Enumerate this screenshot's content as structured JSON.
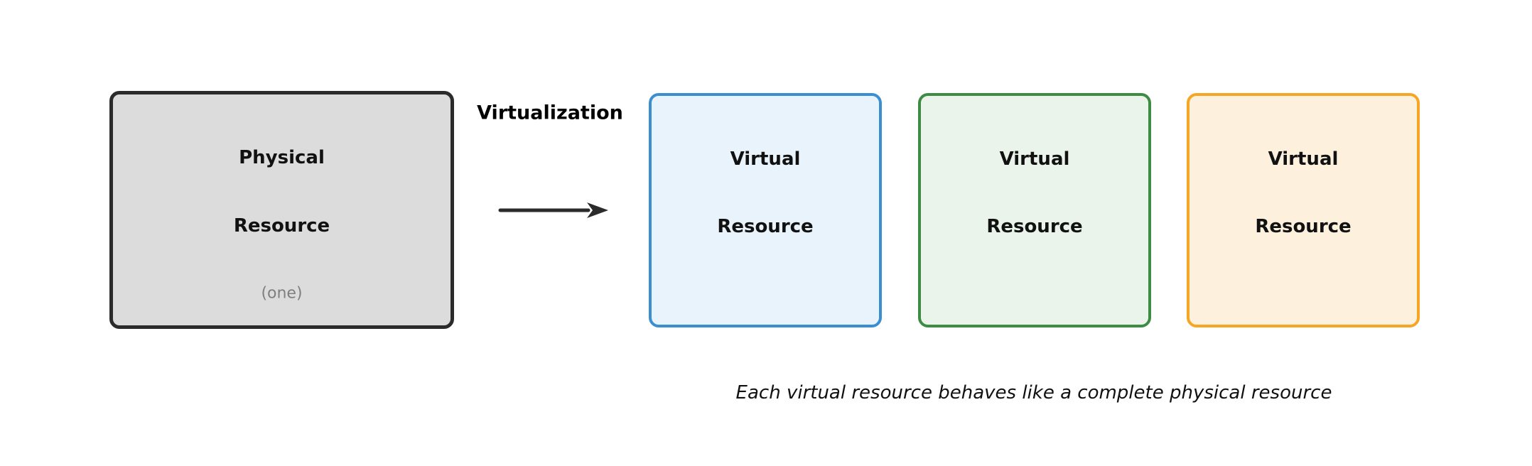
{
  "diagram": {
    "physical_box": {
      "title_line1": "Physical",
      "title_line2": "Resource",
      "subtitle": "(one)",
      "fill_color": "#dcdcdc",
      "border_color": "#2b2b2b"
    },
    "virtualization": {
      "label": "Virtualization",
      "arrow_color": "#2b2b2b"
    },
    "virtual_boxes": [
      {
        "title_line1": "Virtual",
        "title_line2": "Resource",
        "fill_color": "#e9f3fc",
        "border_color": "#3a8fd3"
      },
      {
        "title_line1": "Virtual",
        "title_line2": "Resource",
        "fill_color": "#eaf4ea",
        "border_color": "#3e8b43"
      },
      {
        "title_line1": "Virtual",
        "title_line2": "Resource",
        "fill_color": "#fdf1de",
        "border_color": "#f5a623"
      }
    ],
    "caption": "Each virtual resource behaves like a complete physical resource"
  }
}
